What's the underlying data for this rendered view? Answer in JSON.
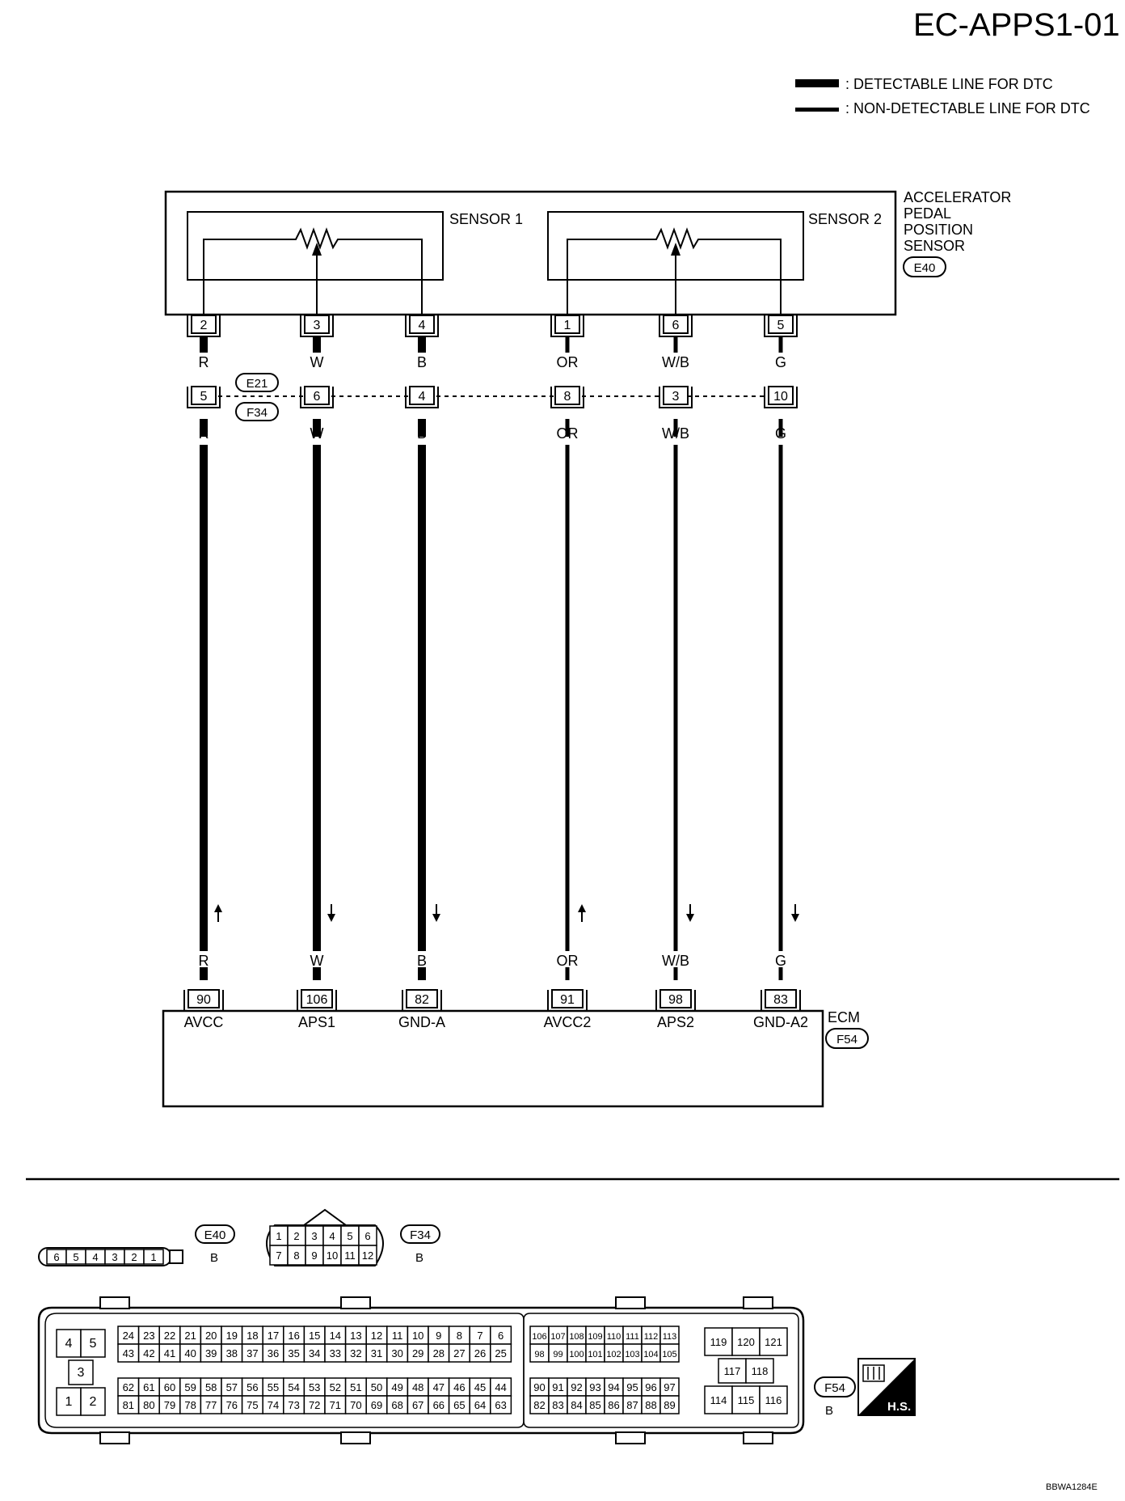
{
  "title": "EC-APPS1-01",
  "legend": {
    "detectable": ": DETECTABLE LINE FOR DTC",
    "non_detectable": ": NON-DETECTABLE LINE FOR DTC"
  },
  "sensor": {
    "name_lines": [
      "ACCELERATOR",
      "PEDAL",
      "POSITION",
      "SENSOR"
    ],
    "connector": "E40",
    "sensor1_label": "SENSOR 1",
    "sensor2_label": "SENSOR 2"
  },
  "junction": {
    "upper_connector": "E21",
    "lower_connector": "F34"
  },
  "ecm": {
    "label": "ECM",
    "connector": "F54"
  },
  "wires": [
    {
      "sensor_pin": "2",
      "junction_pin": "5",
      "ecm_pin": "90",
      "color": "R",
      "ecm_terminal": "AVCC",
      "detectable": true,
      "arrow": "up"
    },
    {
      "sensor_pin": "3",
      "junction_pin": "6",
      "ecm_pin": "106",
      "color": "W",
      "ecm_terminal": "APS1",
      "detectable": true,
      "arrow": "down"
    },
    {
      "sensor_pin": "4",
      "junction_pin": "4",
      "ecm_pin": "82",
      "color": "B",
      "ecm_terminal": "GND-A",
      "detectable": true,
      "arrow": "down"
    },
    {
      "sensor_pin": "1",
      "junction_pin": "8",
      "ecm_pin": "91",
      "color": "OR",
      "ecm_terminal": "AVCC2",
      "detectable": false,
      "arrow": "up"
    },
    {
      "sensor_pin": "6",
      "junction_pin": "3",
      "ecm_pin": "98",
      "color": "W/B",
      "ecm_terminal": "APS2",
      "detectable": false,
      "arrow": "down"
    },
    {
      "sensor_pin": "5",
      "junction_pin": "10",
      "ecm_pin": "83",
      "color": "G",
      "ecm_terminal": "GND-A2",
      "detectable": false,
      "arrow": "down"
    }
  ],
  "connector_views": {
    "e40": {
      "code": "E40",
      "color": "B",
      "pins": [
        "6",
        "5",
        "4",
        "3",
        "2",
        "1"
      ]
    },
    "f34": {
      "code": "F34",
      "color": "B",
      "top_row": [
        "1",
        "2",
        "3",
        "4",
        "5",
        "6"
      ],
      "bottom_row": [
        "7",
        "8",
        "9",
        "10",
        "11",
        "12"
      ]
    },
    "f54": {
      "code": "F54",
      "color": "B",
      "left_pins": [
        "4",
        "5",
        "3",
        "1",
        "2"
      ],
      "block_a_row1": [
        "24",
        "23",
        "22",
        "21",
        "20",
        "19",
        "18",
        "17",
        "16",
        "15",
        "14",
        "13",
        "12",
        "11",
        "10",
        "9",
        "8",
        "7",
        "6"
      ],
      "block_a_row2": [
        "43",
        "42",
        "41",
        "40",
        "39",
        "38",
        "37",
        "36",
        "35",
        "34",
        "33",
        "32",
        "31",
        "30",
        "29",
        "28",
        "27",
        "26",
        "25"
      ],
      "block_a_row3": [
        "62",
        "61",
        "60",
        "59",
        "58",
        "57",
        "56",
        "55",
        "54",
        "53",
        "52",
        "51",
        "50",
        "49",
        "48",
        "47",
        "46",
        "45",
        "44"
      ],
      "block_a_row4": [
        "81",
        "80",
        "79",
        "78",
        "77",
        "76",
        "75",
        "74",
        "73",
        "72",
        "71",
        "70",
        "69",
        "68",
        "67",
        "66",
        "65",
        "64",
        "63"
      ],
      "block_b_row1": [
        "106",
        "107",
        "108",
        "109",
        "110",
        "111",
        "112",
        "113"
      ],
      "block_b_row2": [
        "98",
        "99",
        "100",
        "101",
        "102",
        "103",
        "104",
        "105"
      ],
      "block_b_row3": [
        "90",
        "91",
        "92",
        "93",
        "94",
        "95",
        "96",
        "97"
      ],
      "block_b_row4": [
        "82",
        "83",
        "84",
        "85",
        "86",
        "87",
        "88",
        "89"
      ],
      "block_c_top": [
        "119",
        "120",
        "121"
      ],
      "block_c_mid": [
        "117",
        "118"
      ],
      "block_c_bot": [
        "114",
        "115",
        "116"
      ]
    }
  },
  "hs_label": "H.S.",
  "footer_code": "BBWA1284E"
}
